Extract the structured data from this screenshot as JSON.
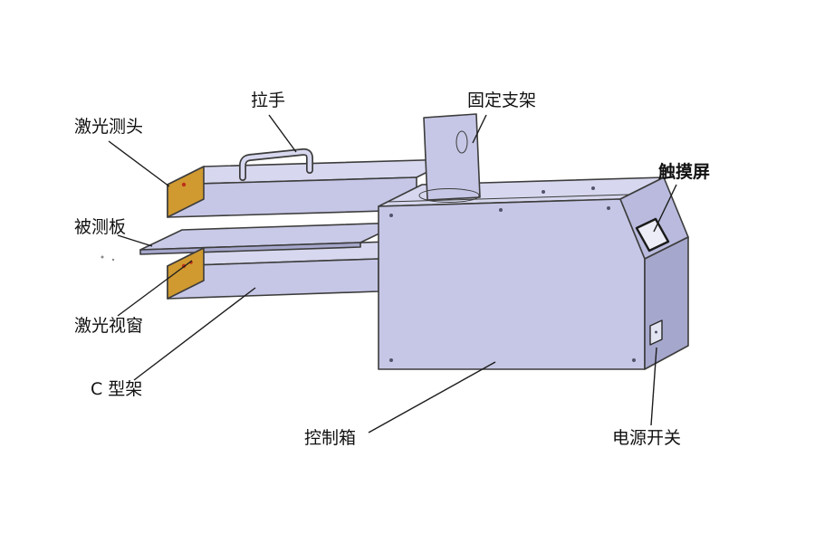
{
  "diagram": {
    "labels": {
      "laser_probe": "激光测头",
      "handle": "拉手",
      "fixed_bracket": "固定支架",
      "touch_screen": "触摸屏",
      "measured_plate": "被测板",
      "laser_window": "激光视窗",
      "c_frame": "C 型架",
      "control_box": "控制箱",
      "power_switch": "电源开关"
    },
    "colors": {
      "outline": "#3c3c3c",
      "leader_line": "#1c1c1c",
      "label_text": "#111111",
      "body": "#c6c7e6",
      "body_top": "#d7d8ef",
      "body_side": "#a6a7cc",
      "chamfer": "#b9badd",
      "plate": "#c9cae8",
      "plate_edge": "#a6a7cc",
      "probe_accent": "#d09a30",
      "screen": "#ecedf7",
      "switch": "#e3e4f2",
      "laser_dot": "#c03018",
      "screw": "#52526a",
      "stray": "#8a8a8a"
    }
  }
}
